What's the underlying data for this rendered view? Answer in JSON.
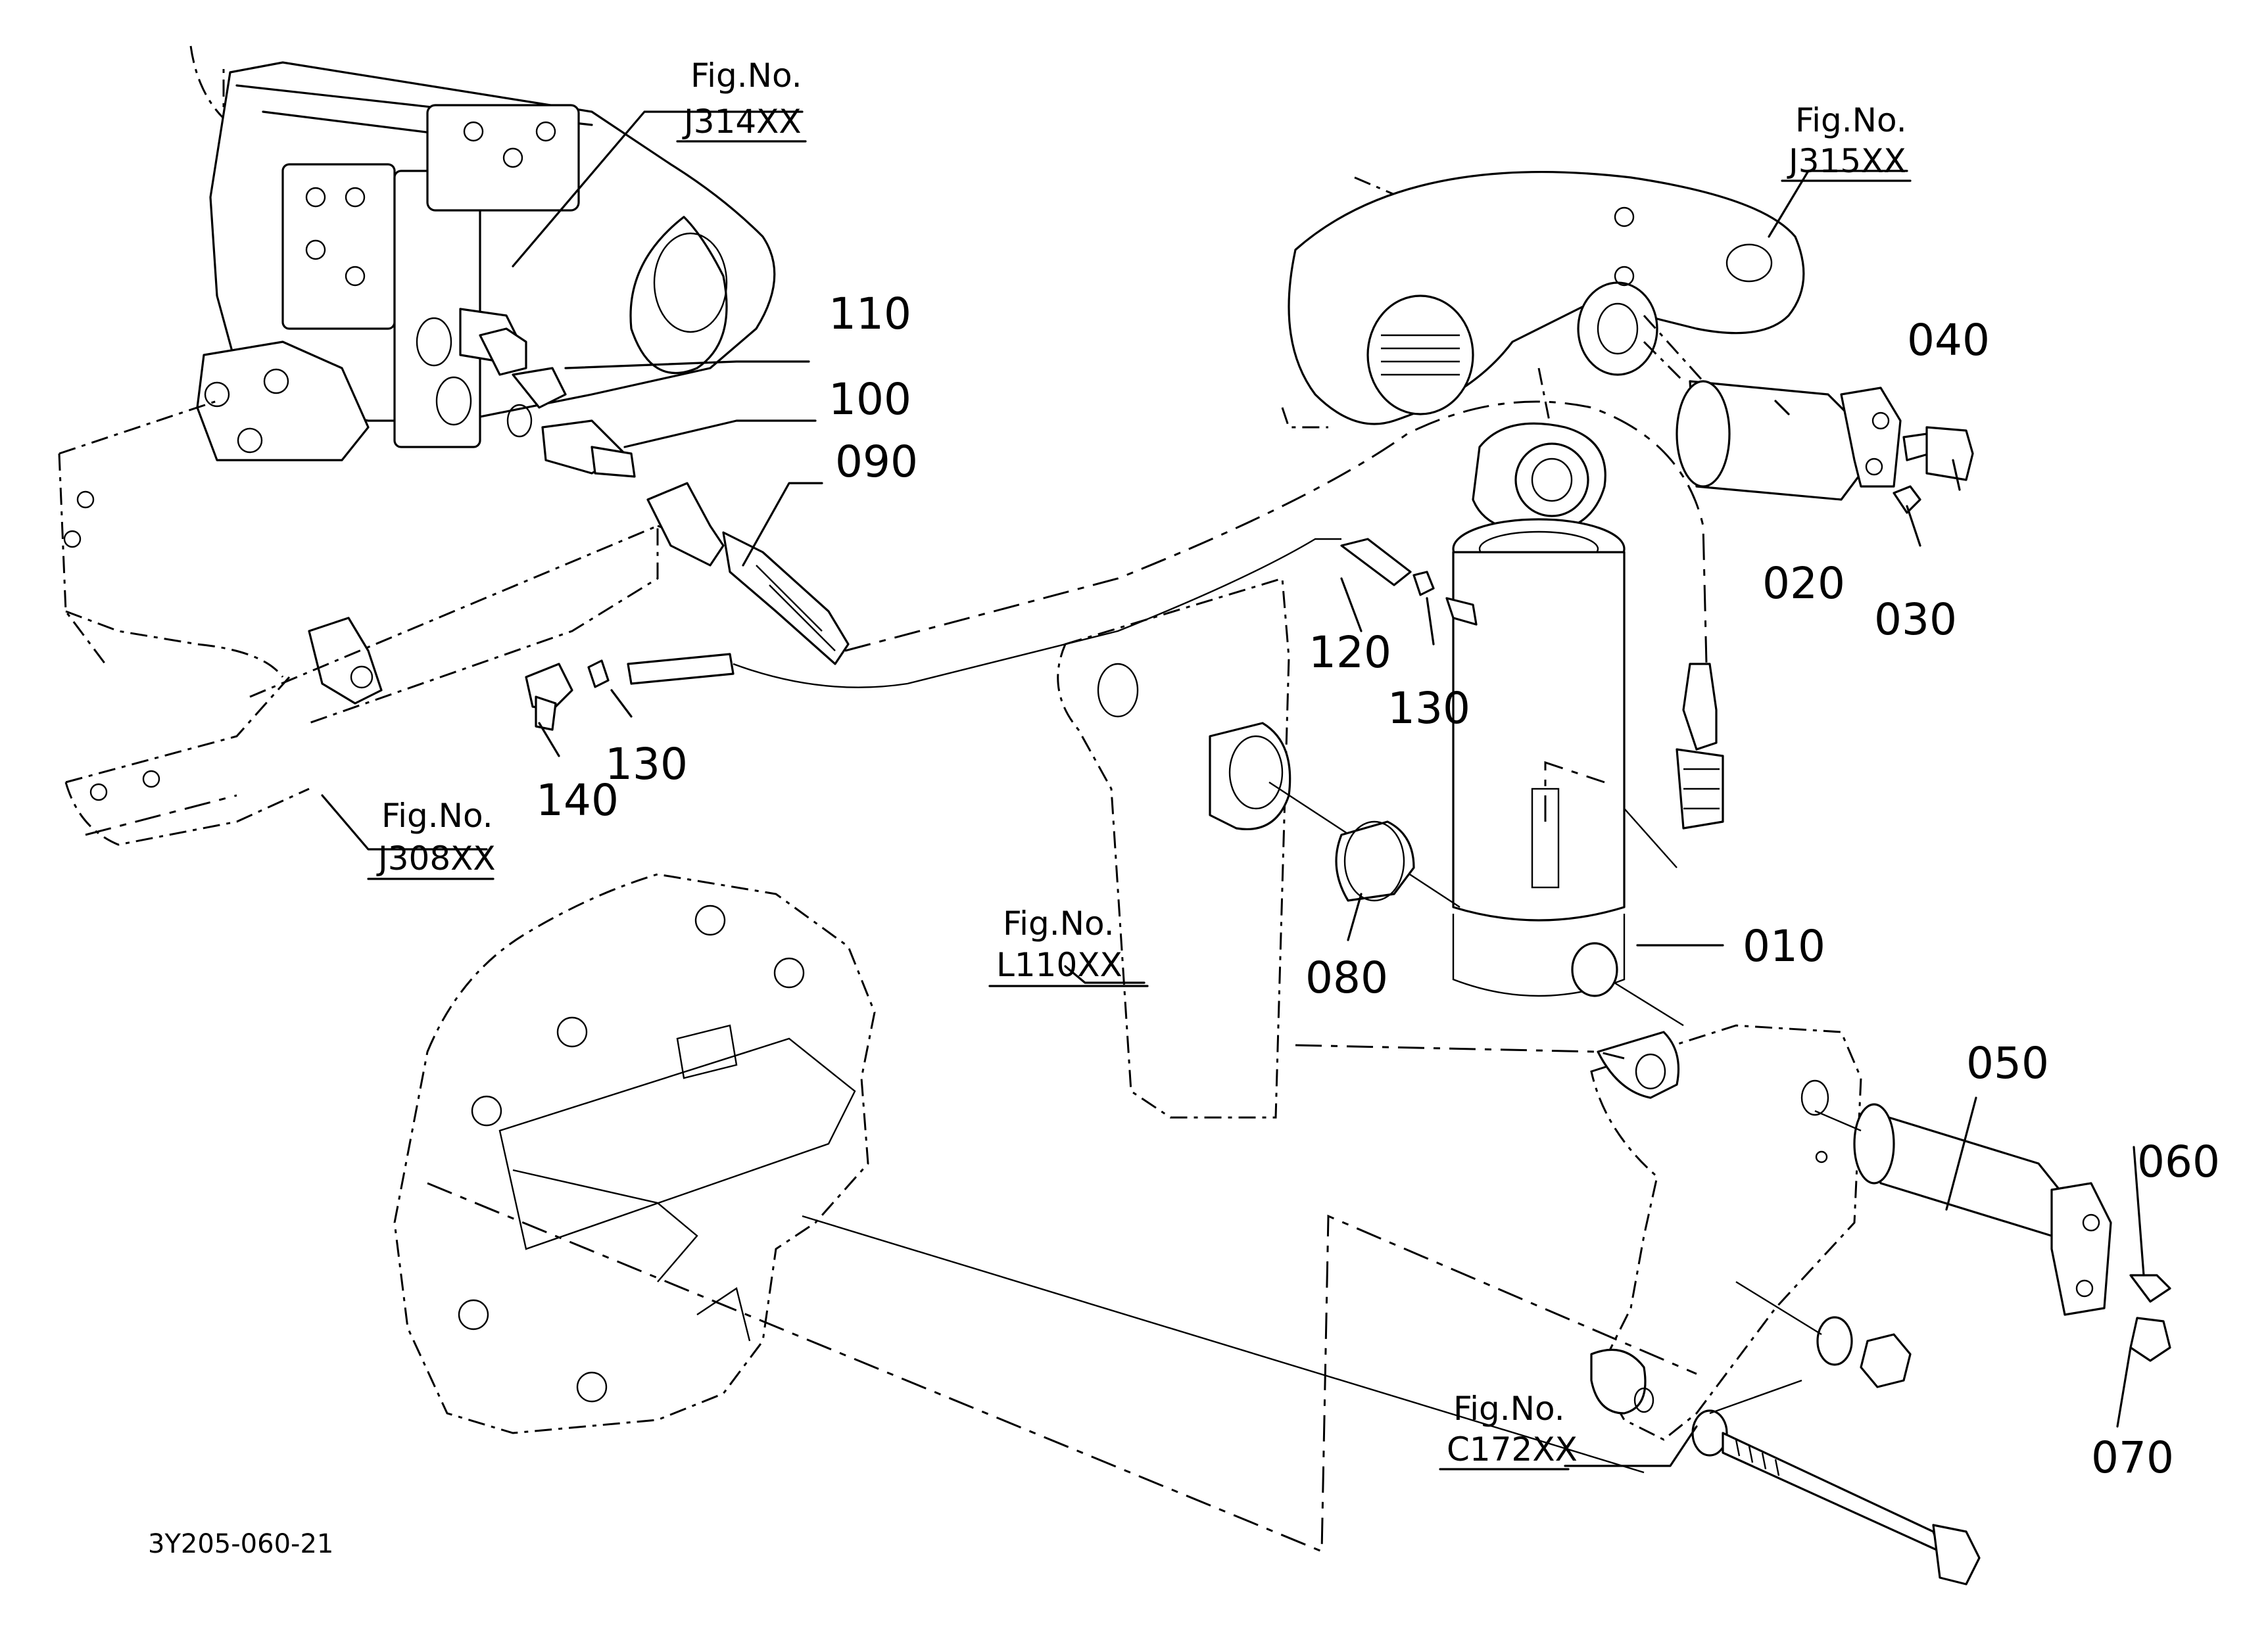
{
  "diagram": {
    "part_numbers": {
      "p010": "010",
      "p020": "020",
      "p030": "030",
      "p040": "040",
      "p050": "050",
      "p060": "060",
      "p070": "070",
      "p080": "080",
      "p090": "090",
      "p100": "100",
      "p110": "110",
      "p120": "120",
      "p130a": "130",
      "p130b": "130",
      "p140": "140"
    },
    "figure_refs": {
      "j314": {
        "line1": "Fig.No.",
        "line2": "J314XX"
      },
      "j315": {
        "line1": "Fig.No.",
        "line2": "J315XX"
      },
      "j308": {
        "line1": "Fig.No.",
        "line2": "J308XX"
      },
      "l110": {
        "line1": "Fig.No.",
        "line2": "L110XX"
      },
      "c172": {
        "line1": "Fig.No.",
        "line2": "C172XX"
      }
    },
    "drawing_code": "3Y205-060-21"
  }
}
